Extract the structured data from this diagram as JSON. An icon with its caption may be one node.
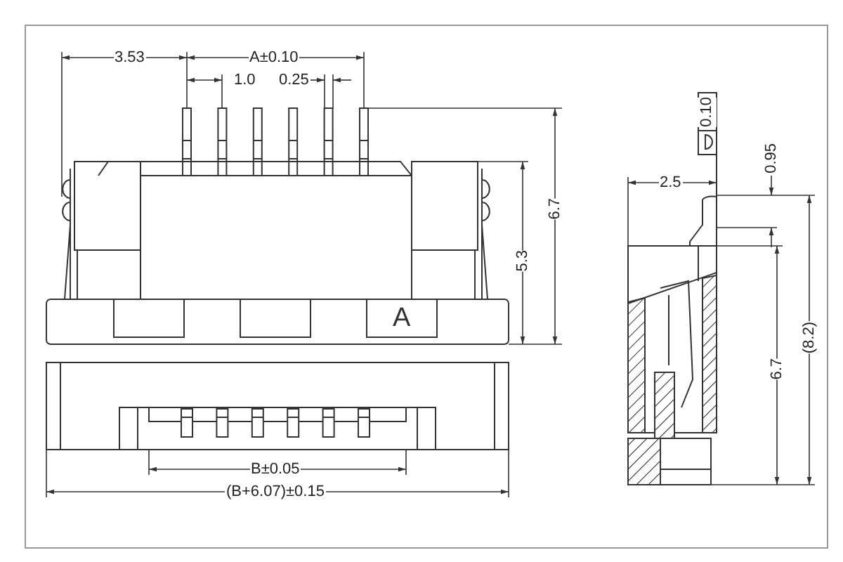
{
  "diagram": {
    "labels": [
      "3.53",
      "A±0.10",
      "1.0",
      "0.25",
      "0.10",
      "0.95",
      "2.5",
      "6.7",
      "5.3",
      "A",
      "(8.2)",
      "6.7",
      "B±0.05",
      "(B+6.07)±0.15"
    ]
  }
}
